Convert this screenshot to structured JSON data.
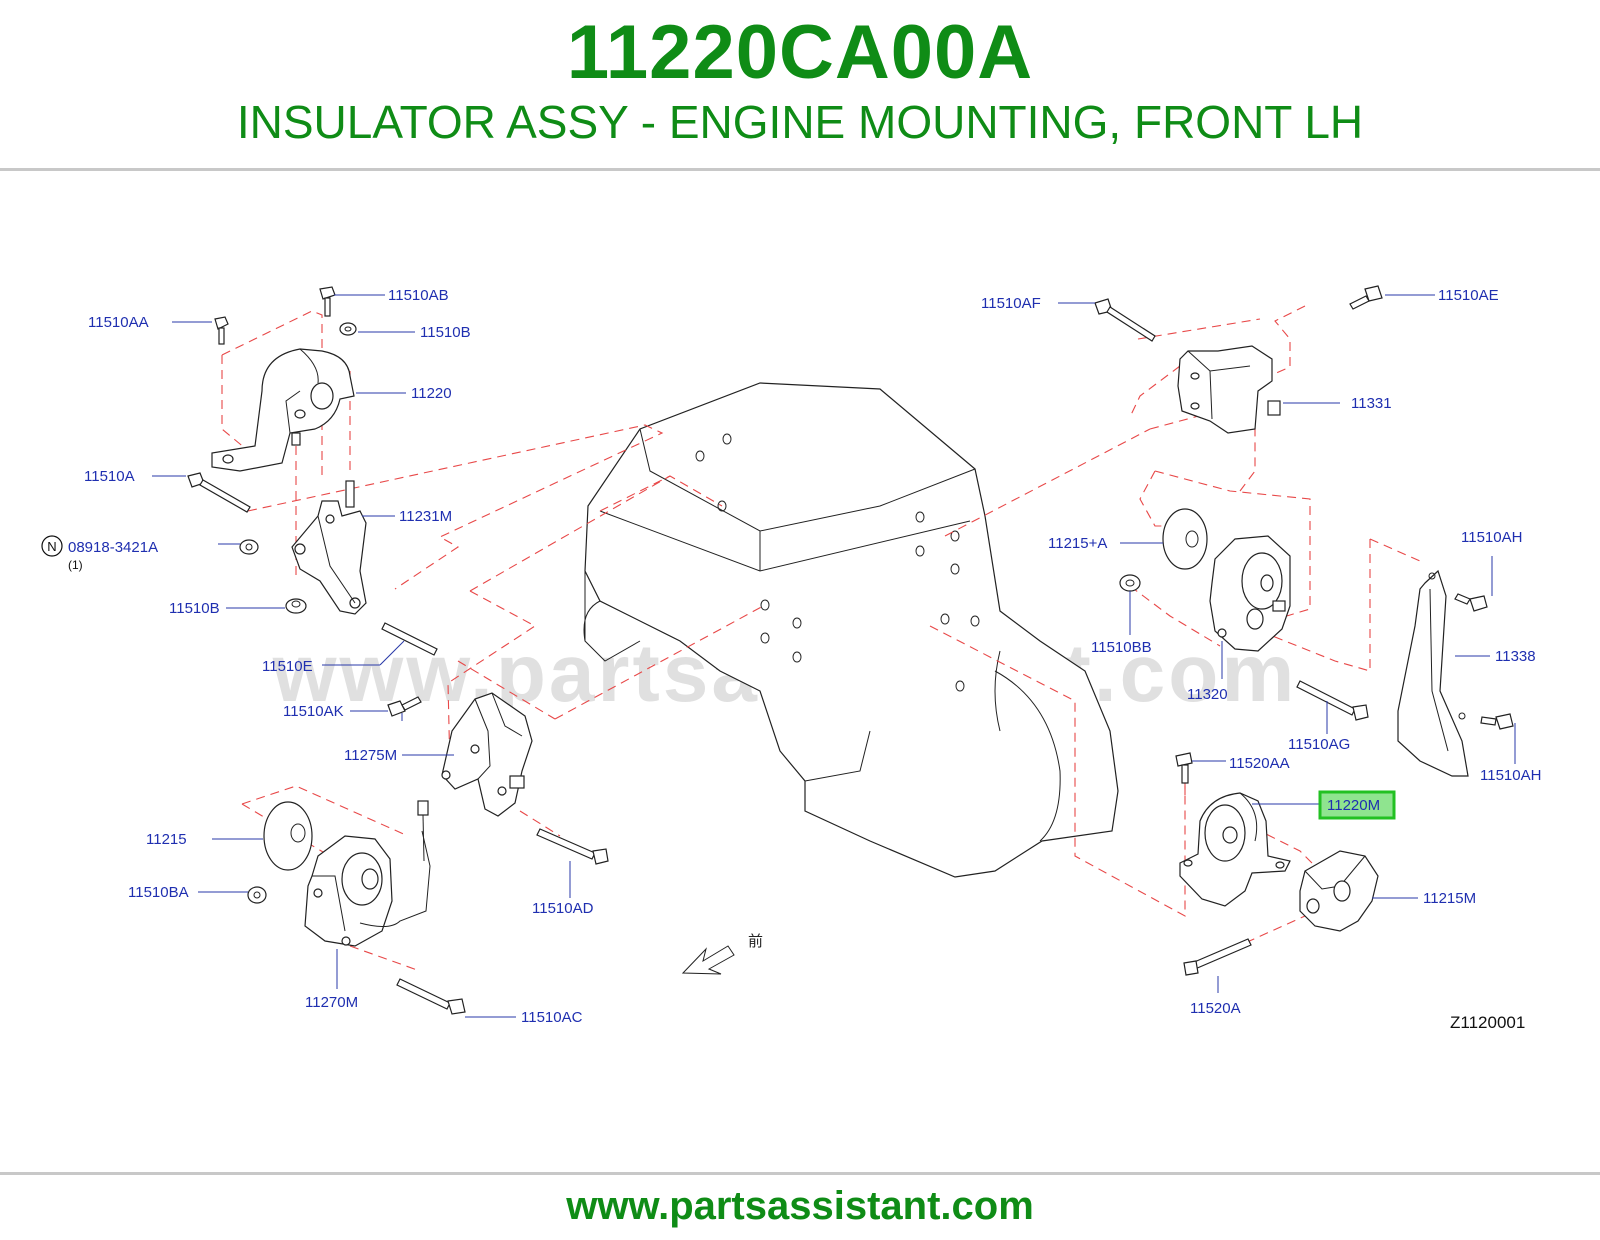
{
  "header": {
    "part_number": "11220CA00A",
    "description": "INSULATOR ASSY - ENGINE MOUNTING, FRONT LH"
  },
  "footer": {
    "url": "www.partsassistant.com"
  },
  "watermark": "www.partsassistant.com",
  "diagram": {
    "drawing_code": "Z1120001",
    "front_mark": "前",
    "highlight_color": "#22c122",
    "highlighted_callout": "11220M",
    "notice": {
      "symbol": "N",
      "number": "08918-3421A",
      "qty": "(1)"
    },
    "callouts": [
      "11510AA",
      "11510AB",
      "11510B",
      "11220",
      "11510A",
      "11231M",
      "11510B",
      "11510E",
      "11510AK",
      "11275M",
      "11215",
      "11510BA",
      "11270M",
      "11510AC",
      "11510AD",
      "11510AF",
      "11510AE",
      "11331",
      "11215+A",
      "11510BB",
      "11320",
      "11510AG",
      "11510AH",
      "11338",
      "11510AH",
      "11520AA",
      "11220M",
      "11215M",
      "11520A"
    ]
  }
}
